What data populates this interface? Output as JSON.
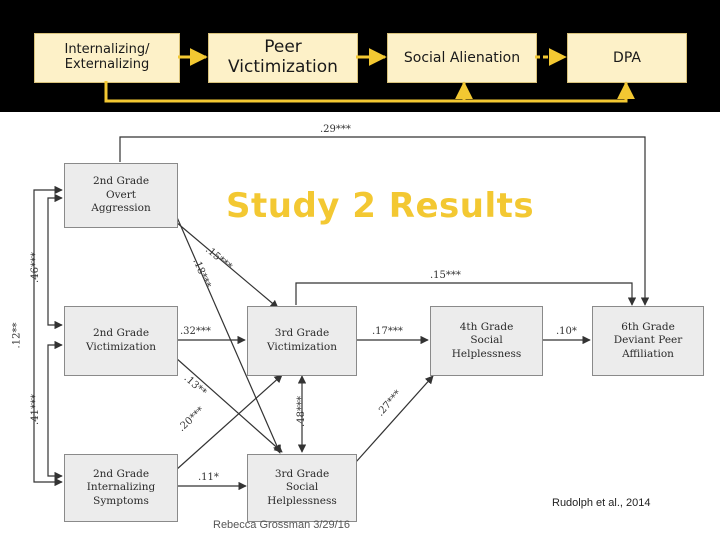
{
  "header": {
    "boxes": [
      {
        "line1": "Internalizing/",
        "line2": "Externalizing"
      },
      {
        "line1": "Peer",
        "line2": "Victimization"
      },
      {
        "line1": "Social Alienation",
        "line2": ""
      },
      {
        "line1": "DPA",
        "line2": ""
      }
    ]
  },
  "slide": {
    "title": "Study 2 Results",
    "citation": "Rudolph et al., 2014",
    "footer": "Rebecca Grossman 3/29/16"
  },
  "nodes": {
    "overt_aggression": "2nd Grade\nOvert\nAggression",
    "victimization_g2": "2nd Grade\nVictimization",
    "internalizing_g2": "2nd Grade\nInternalizing\nSymptoms",
    "victimization_g3": "3rd Grade\nVictimization",
    "helplessness_g3": "3rd Grade\nSocial\nHelplessness",
    "helplessness_g4": "4th Grade\nSocial\nHelplessness",
    "deviant_g6": "6th Grade\nDeviant Peer\nAffiliation"
  },
  "paths": {
    "c29": ".29***",
    "c15_top": ".15***",
    "c15_diag": ".15***",
    "c18": ".18***",
    "c32": ".32***",
    "c17": ".17***",
    "c10": ".10*",
    "c13": ".13**",
    "c20": ".20***",
    "c11": ".11*",
    "c48": ".48***",
    "c27": ".27***",
    "c46": ".46***",
    "c12": ".12**",
    "c41": ".41***"
  },
  "colors": {
    "header_bg": "#000000",
    "header_box": "#fdf1c8",
    "header_connector": "#f3c832",
    "title": "#f3c832",
    "node_fill": "#ececec"
  }
}
